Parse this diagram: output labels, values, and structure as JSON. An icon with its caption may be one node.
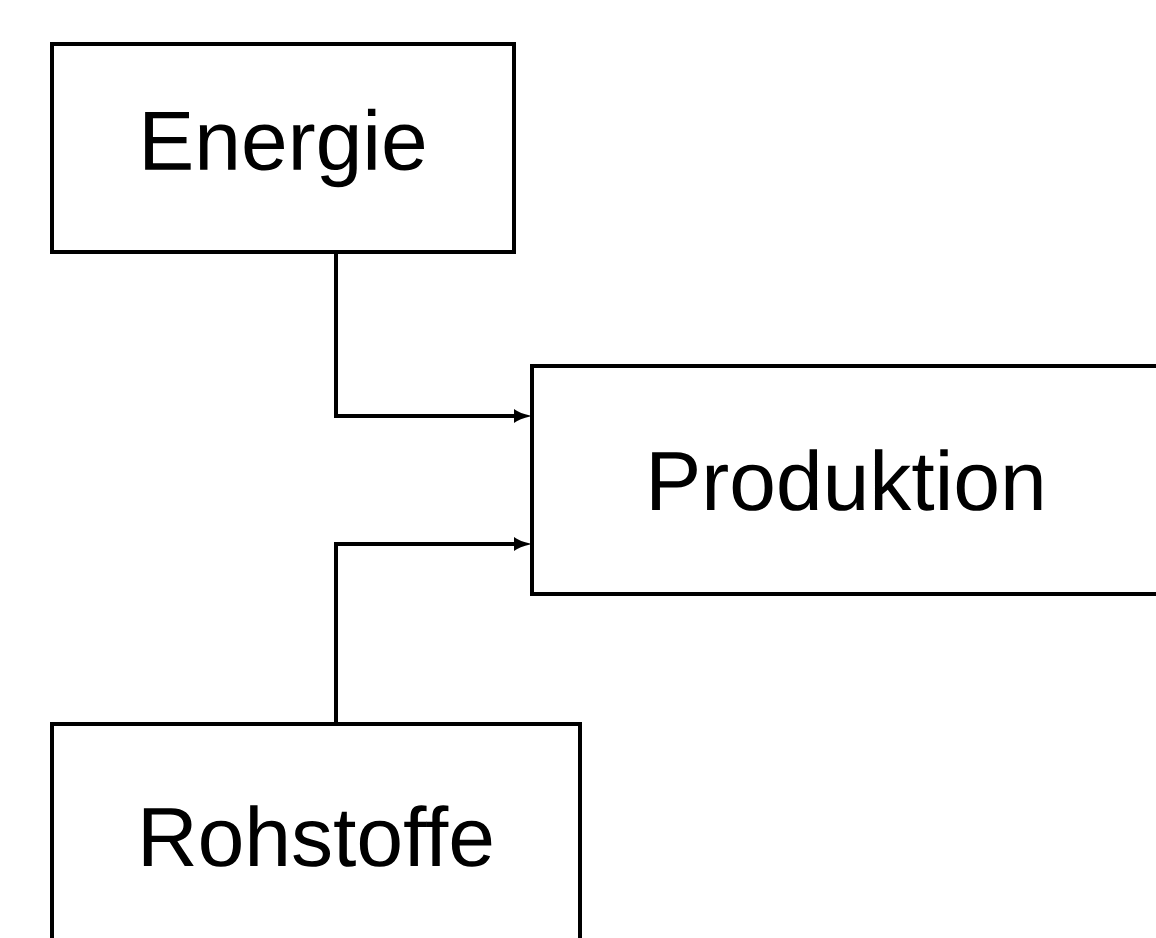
{
  "diagram": {
    "nodes": [
      {
        "text": [
          "Energie"
        ]
      },
      {
        "text": [
          "Produktion"
        ]
      },
      {
        "text": [
          "Rohstoffe"
        ]
      }
    ],
    "edges": [
      {
        "from": 0,
        "to": 1,
        "arrow": "to"
      },
      {
        "from": 2,
        "to": 1,
        "arrow": "to"
      }
    ]
  }
}
